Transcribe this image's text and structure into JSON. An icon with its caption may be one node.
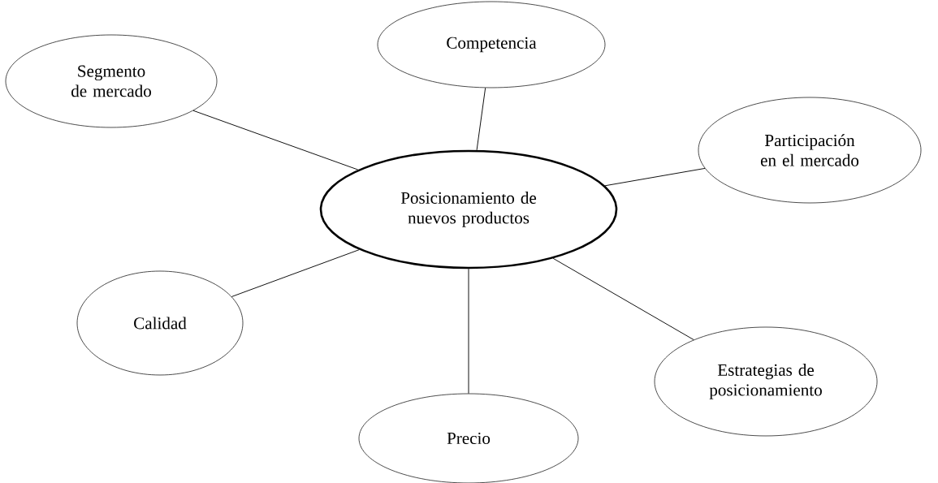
{
  "diagram": {
    "nodes": [
      {
        "text": [
          "Posicionamiento de nuevos productos"
        ]
      },
      {
        "text": [
          "Competencia"
        ]
      },
      {
        "text": [
          "Segmento de mercado"
        ]
      },
      {
        "text": [
          "Participación en el mercado"
        ]
      },
      {
        "text": [
          "Calidad"
        ]
      },
      {
        "text": [
          "Precio"
        ]
      },
      {
        "text": [
          "Estrategias de posicionamiento"
        ]
      }
    ],
    "edges": [
      {
        "from": 0,
        "to": 1,
        "arrow": "none"
      },
      {
        "from": 0,
        "to": 2,
        "arrow": "none"
      },
      {
        "from": 0,
        "to": 3,
        "arrow": "none"
      },
      {
        "from": 0,
        "to": 4,
        "arrow": "none"
      },
      {
        "from": 0,
        "to": 5,
        "arrow": "none"
      },
      {
        "from": 0,
        "to": 6,
        "arrow": "none"
      }
    ]
  }
}
